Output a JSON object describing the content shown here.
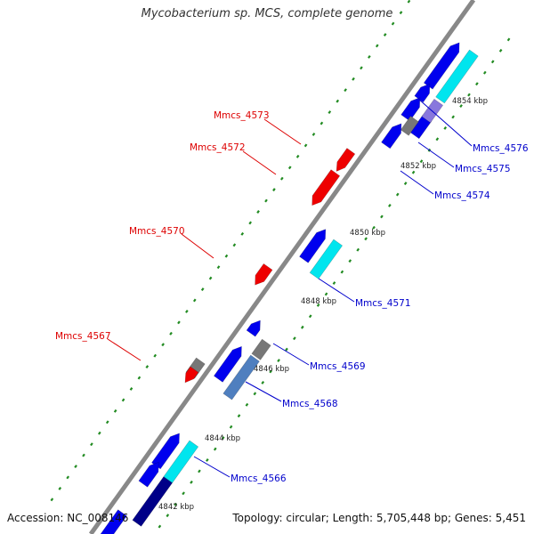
{
  "title": "Mycobacterium sp. MCS, complete genome",
  "footer": {
    "accession": "Accession: NC_008146",
    "stats": "Topology: circular; Length: 5,705,448 bp; Genes: 5,451"
  },
  "colors": {
    "backbone": "#888888",
    "forward_gene": "#0000ee",
    "forward_gene_alt": "#00e5ee",
    "reverse_gene": "#ee0000",
    "other_gene": "#777777",
    "label_forward": "#0000cc",
    "label_reverse": "#dd0000",
    "scale_dots": "#228b22"
  },
  "scale_ticks": [
    {
      "label": "4842 kbp"
    },
    {
      "label": "4844 kbp"
    },
    {
      "label": "4846 kbp"
    },
    {
      "label": "4848 kbp"
    },
    {
      "label": "4850 kbp"
    },
    {
      "label": "4852 kbp"
    },
    {
      "label": "4854 kbp"
    }
  ],
  "gene_labels_forward": [
    {
      "text": "Mmcs_4576"
    },
    {
      "text": "Mmcs_4575"
    },
    {
      "text": "Mmcs_4574"
    },
    {
      "text": "Mmcs_4571"
    },
    {
      "text": "Mmcs_4569"
    },
    {
      "text": "Mmcs_4568"
    },
    {
      "text": "Mmcs_4566"
    }
  ],
  "gene_labels_reverse": [
    {
      "text": "Mmcs_4573"
    },
    {
      "text": "Mmcs_4572"
    },
    {
      "text": "Mmcs_4570"
    },
    {
      "text": "Mmcs_4567"
    }
  ]
}
